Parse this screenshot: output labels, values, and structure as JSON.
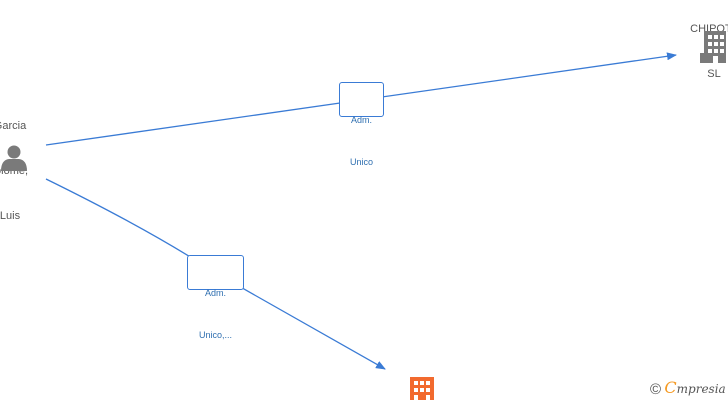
{
  "nodes": {
    "person": {
      "name_line1": "Garcia",
      "name_line2": "tolome,",
      "name_line3": "Luis",
      "icon": "person-icon",
      "color": "#7a7a7a"
    },
    "company_top": {
      "name_line1": "CHIPOTL",
      "name_line2": "SL",
      "icon": "building-icon",
      "color": "#7a7a7a"
    },
    "company_bottom": {
      "icon": "building-icon",
      "color": "#f26a2e"
    }
  },
  "edges": [
    {
      "from": "person",
      "to": "company_top",
      "label_line1": "Adm.",
      "label_line2": "Unico"
    },
    {
      "from": "person",
      "to": "company_bottom",
      "label_line1": "Adm.",
      "label_line2": "Unico,..."
    }
  ],
  "colors": {
    "edge": "#3a7bd5",
    "label_text": "#2f6fb0"
  },
  "watermark": {
    "copyright": "©",
    "logo_initial": "C",
    "logo_text": "mpresia"
  }
}
